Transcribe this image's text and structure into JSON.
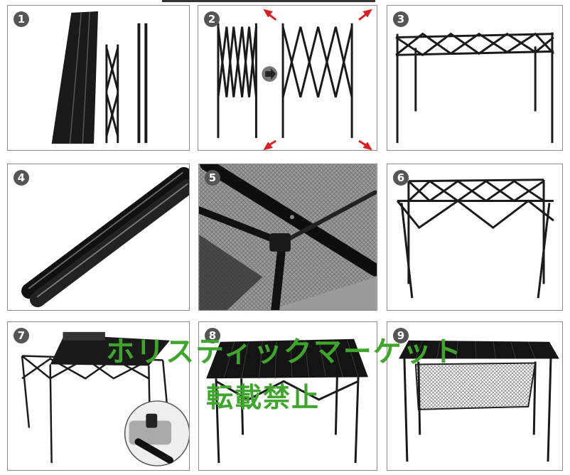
{
  "panels": [
    {
      "number": "1"
    },
    {
      "number": "2"
    },
    {
      "number": "3"
    },
    {
      "number": "4"
    },
    {
      "number": "5"
    },
    {
      "number": "6"
    },
    {
      "number": "7"
    },
    {
      "number": "8"
    },
    {
      "number": "9"
    }
  ],
  "watermark": {
    "line1": "ホリスティックマーケット",
    "line2": "転載禁止"
  },
  "colors": {
    "frame": "#1a1a1a",
    "arrow": "#d82020",
    "watermark": "#3fa52c"
  }
}
